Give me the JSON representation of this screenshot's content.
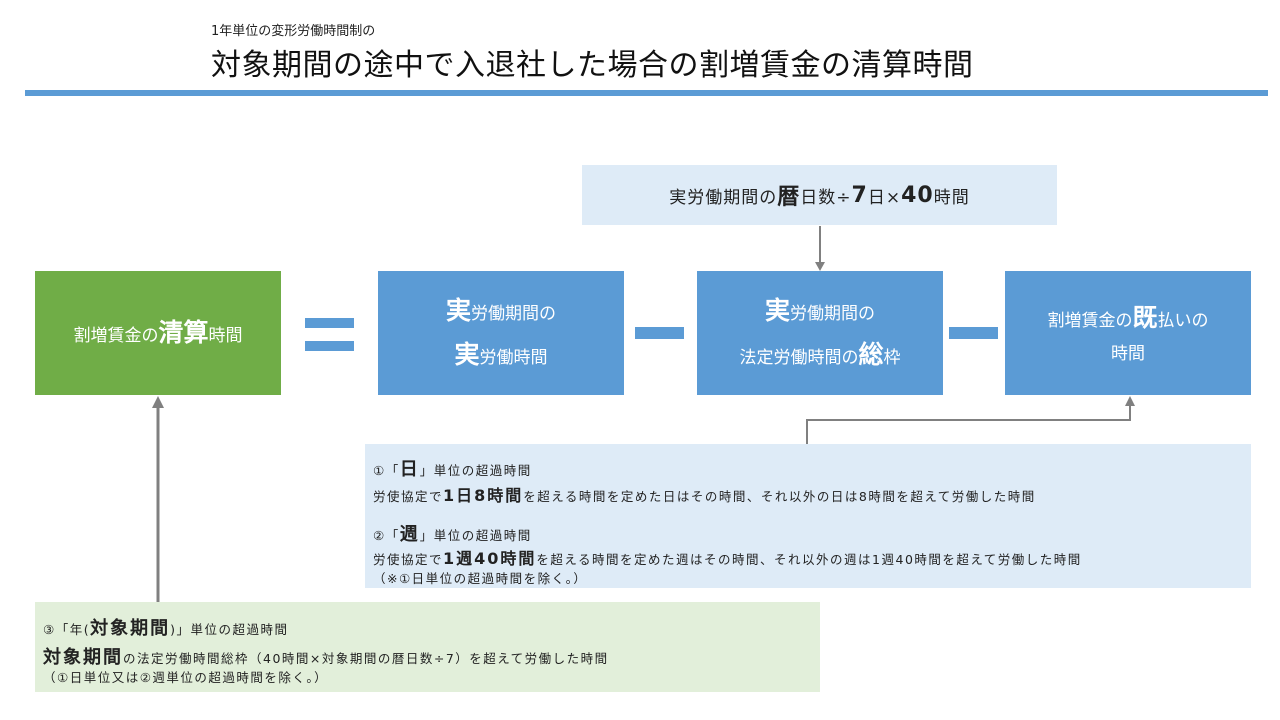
{
  "header": {
    "subtitle": "1年単位の変形労働時間制の",
    "title": "対象期間の途中で入退社した場合の割増賃金の清算時間"
  },
  "formula_box": {
    "pre": "実労働期間の",
    "bold1": "暦",
    "mid1": "日数÷",
    "bold2": "7",
    "mid2": "日×",
    "bold3": "40",
    "post": "時間"
  },
  "boxes": {
    "settlement": {
      "pre": "割増賃金の",
      "bold": "清算",
      "post": "時間"
    },
    "actual": {
      "line1_bold": "実",
      "line1_text": "労働期間の",
      "line2_bold": "実",
      "line2_text": "労働時間"
    },
    "legal_frame": {
      "line1_bold": "実",
      "line1_text": "労働期間の",
      "line2_pre": "法定労働時間の",
      "line2_bold": "総",
      "line2_post": "枠"
    },
    "paid": {
      "line1_pre": "割増賃金の",
      "line1_bold": "既",
      "line1_post": "払いの",
      "line2": "時間"
    }
  },
  "panel_blue": {
    "daily": {
      "head_pre": "①「",
      "head_bold": "日",
      "head_post": "」単位の超過時間",
      "body_pre": "労使協定で",
      "body_bold": "1日8時間",
      "body_post": "を超える時間を定めた日はその時間、それ以外の日は8時間を超えて労働した時間"
    },
    "weekly": {
      "head_pre": "②「",
      "head_bold": "週",
      "head_post": "」単位の超過時間",
      "body_pre": "労使協定で",
      "body_bold": "1週40時間",
      "body_post": "を超える時間を定めた週はその時間、それ以外の週は1週40時間を超えて労働した時間",
      "note": "（※①日単位の超過時間を除く。）"
    }
  },
  "panel_green": {
    "head_pre": "③「年(",
    "head_bold": "対象期間",
    "head_post": ")」単位の超過時間",
    "body_bold": "対象期間",
    "body_post": "の法定労働時間総枠（40時間×対象期間の暦日数÷7）を超えて労働した時間",
    "note": "（①日単位又は②週単位の超過時間を除く。）"
  },
  "colors": {
    "accent_blue": "#5b9bd5",
    "accent_green": "#70ad47",
    "panel_blue": "#deebf7",
    "panel_green": "#e2efda",
    "connector": "#808080"
  }
}
